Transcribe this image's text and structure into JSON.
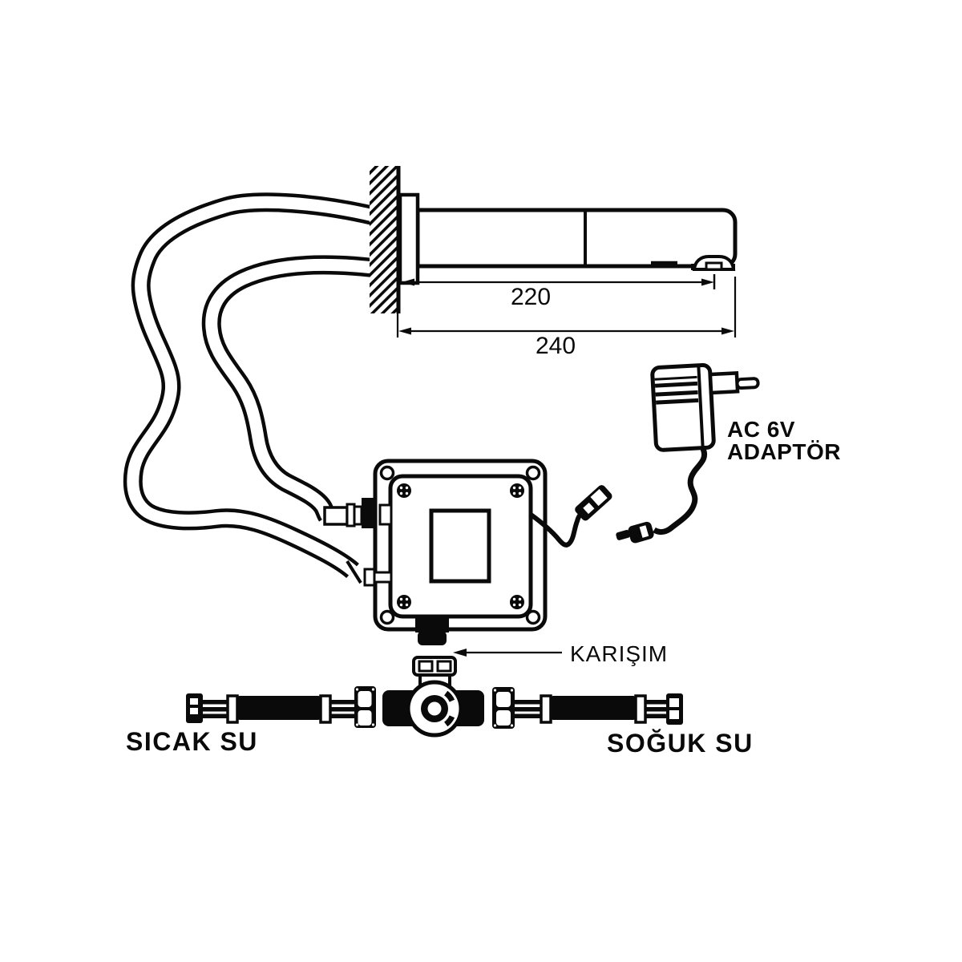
{
  "diagram": {
    "background_color": "#ffffff",
    "line_color": "#0a0a0a",
    "dimensions": {
      "spout_projection": "220",
      "total_projection": "240"
    },
    "labels": {
      "hot_water": "SICAK SU",
      "cold_water": "SOĞUK SU",
      "mixed_water": "KARIŞIM",
      "adapter_line1": "AC 6V",
      "adapter_line2": "ADAPTÖR"
    }
  }
}
